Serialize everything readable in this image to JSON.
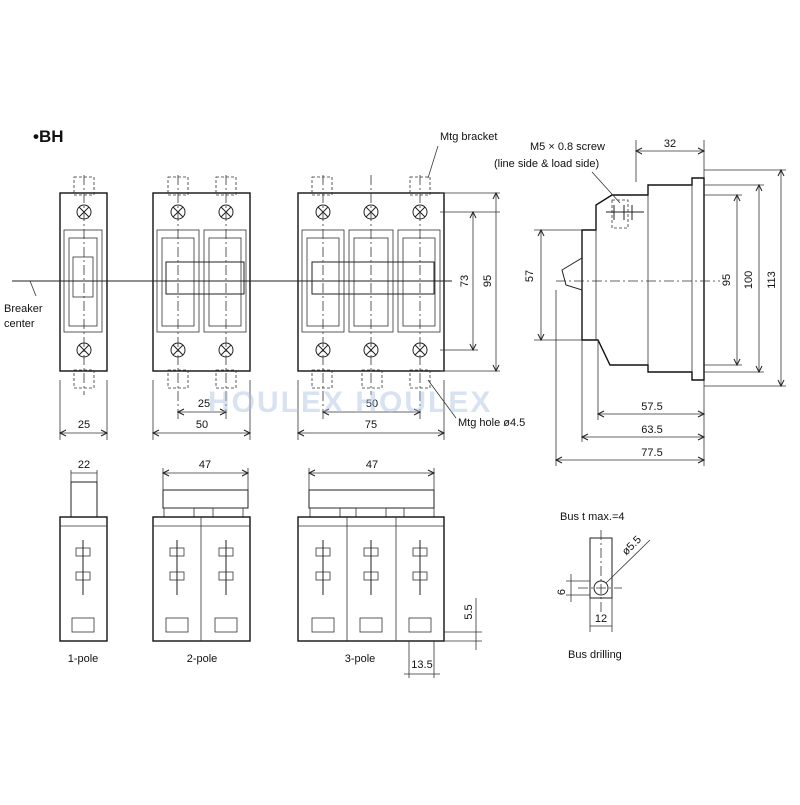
{
  "title": "•BH",
  "labels": {
    "mtg_bracket": "Mtg bracket",
    "screw_line1": "M5 × 0.8 screw",
    "screw_line2": "(line side & load side)",
    "breaker_center_1": "Breaker",
    "breaker_center_2": "center",
    "mtg_hole": "Mtg hole ø4.5",
    "bus_thickness": "Bus t max.=4",
    "bus_drilling": "Bus drilling",
    "pole_1": "1-pole",
    "pole_2": "2-pole",
    "pole_3": "3-pole"
  },
  "dimensions": {
    "w1pole": "25",
    "w2pole": "50",
    "w3pole": "75",
    "pitch2": "25",
    "pitch3": "50",
    "h73": "73",
    "h95a": "95",
    "h57": "57",
    "h95b": "95",
    "h100": "100",
    "h113": "113",
    "d32": "32",
    "d57_5": "57.5",
    "d63_5": "63.5",
    "d77_5": "77.5",
    "top22": "22",
    "top47a": "47",
    "top47b": "47",
    "d5_5": "5.5",
    "d13_5": "13.5",
    "bus6": "6",
    "bus12": "12",
    "bus_hole": "ø5.5"
  },
  "watermark": "HOULEX HOULEX",
  "colors": {
    "line": "#222222",
    "watermark": "#a9bfe0",
    "background": "#ffffff"
  }
}
